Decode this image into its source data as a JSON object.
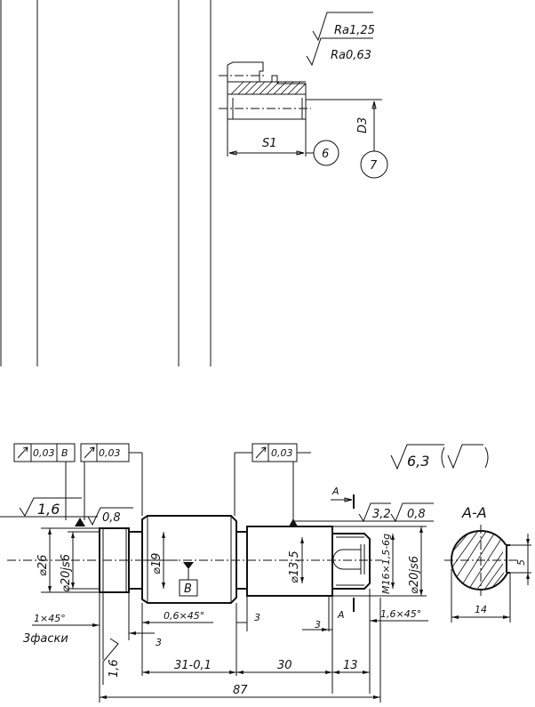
{
  "top_sketch": {
    "roughness_1": "Ra1,25",
    "roughness_2": "Ra0,63",
    "dim_s1": "S1",
    "dim_d3": "D3",
    "callout_6": "6",
    "callout_7": "7"
  },
  "drawing": {
    "tolerance_1_value": "0,03",
    "tolerance_1_datum": "B",
    "tolerance_2_value": "0,03",
    "tolerance_3_value": "0,03",
    "general_roughness": "6,3",
    "roughness_left": "1,6",
    "roughness_08_a": "0,8",
    "roughness_32": "3,2",
    "roughness_08_b": "0,8",
    "roughness_bottom": "1,6",
    "dia_26": "⌀26",
    "dia_20js6_left": "⌀20js6",
    "dia_19": "⌀19",
    "dia_13_5": "⌀13,5",
    "thread": "M16×1,5-6g",
    "dia_20js6_right": "⌀20js6",
    "datum_b": "B",
    "section_mark_top": "A",
    "section_mark_bottom": "A",
    "section_title": "A-A",
    "chamfer_1": "1×45°",
    "chamfers_note": "3фаски",
    "chamfer_2": "0,6×45°",
    "chamfer_3": "1,6×45°",
    "dim_3_a": "3",
    "dim_3_b": "3",
    "dim_3_c": "3",
    "dim_31": "31-0,1",
    "dim_30": "30",
    "dim_13": "13",
    "dim_87": "87",
    "dim_14": "14",
    "dim_5": "5"
  }
}
